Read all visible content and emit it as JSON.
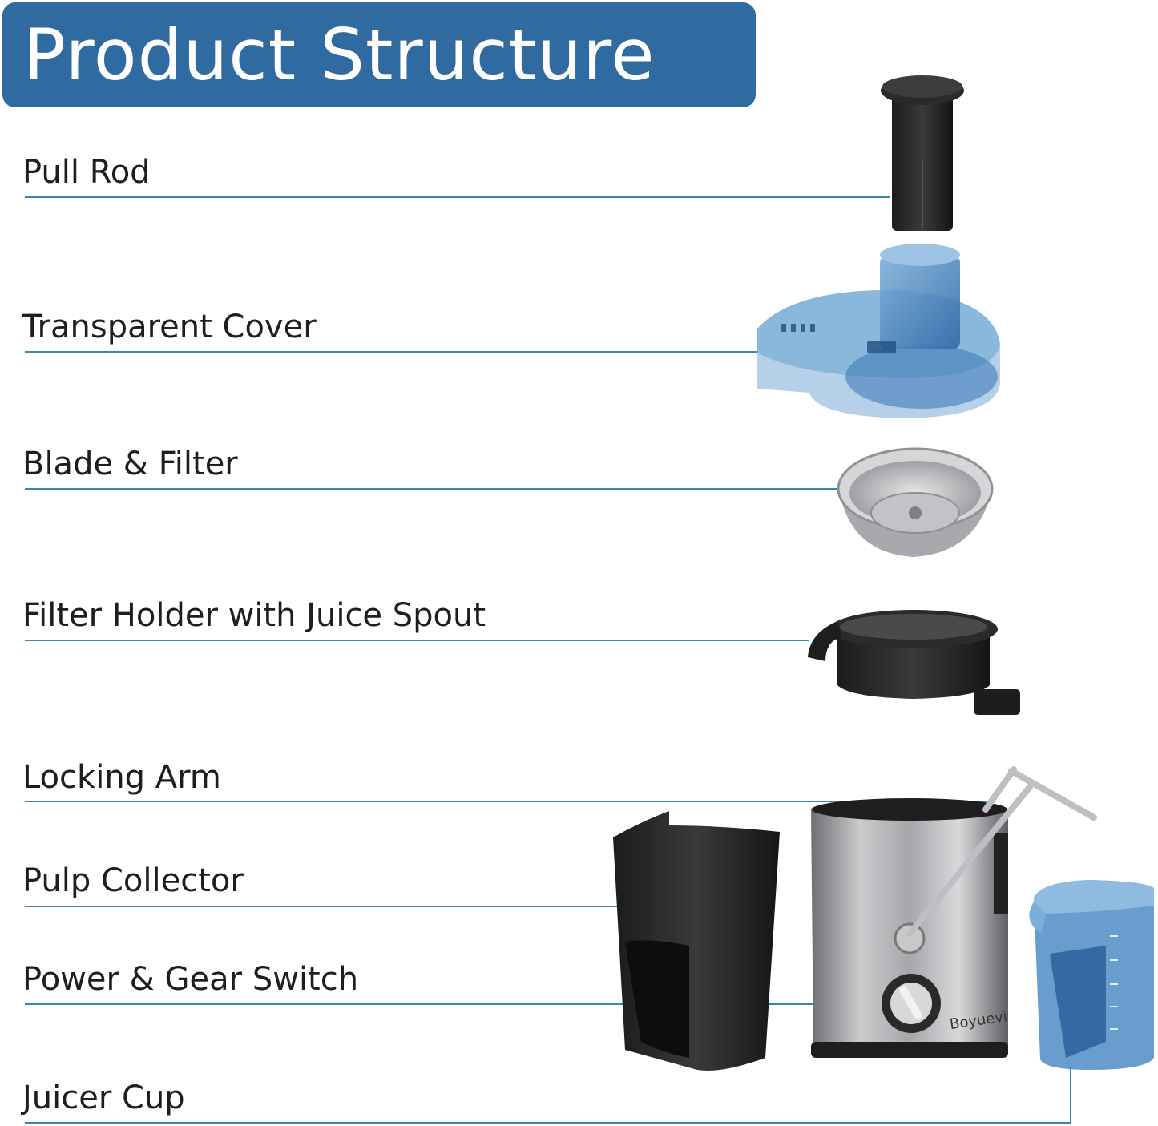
{
  "title": "Product Structure",
  "colors": {
    "title_bg": "#2f6aa0",
    "leader_line": "#3b86b0",
    "label_text": "#1e1e1e"
  },
  "brand_mark": "Boyuevi",
  "parts": [
    {
      "id": "pull-rod",
      "label": "Pull Rod"
    },
    {
      "id": "transparent-cover",
      "label": "Transparent Cover"
    },
    {
      "id": "blade-filter",
      "label": "Blade & Filter"
    },
    {
      "id": "filter-holder",
      "label": "Filter Holder with Juice Spout"
    },
    {
      "id": "locking-arm",
      "label": "Locking Arm"
    },
    {
      "id": "pulp-collector",
      "label": "Pulp Collector"
    },
    {
      "id": "power-switch",
      "label": "Power & Gear Switch"
    },
    {
      "id": "juicer-cup",
      "label": "Juicer Cup"
    }
  ]
}
